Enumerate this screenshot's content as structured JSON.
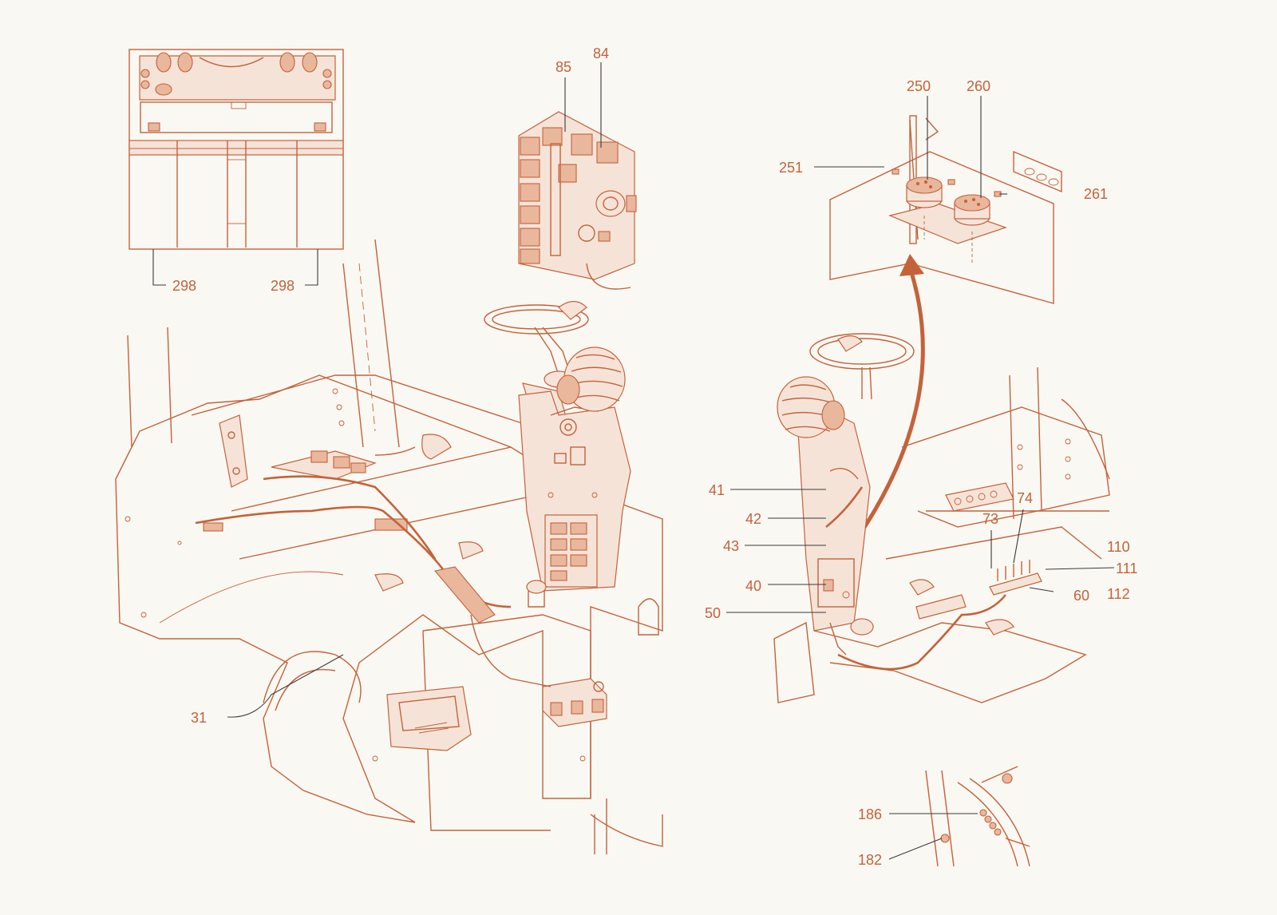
{
  "colors": {
    "line": "#c4623a",
    "fill_light": "#f6e3d8",
    "fill_dark": "#e9b79c",
    "background": "#faf8f3",
    "leader": "#3a3a3a"
  },
  "callouts": {
    "c298a": "298",
    "c298b": "298",
    "c85": "85",
    "c84": "84",
    "c250": "250",
    "c260": "260",
    "c251": "251",
    "c261": "261",
    "c41": "41",
    "c42": "42",
    "c43": "43",
    "c40": "40",
    "c50": "50",
    "c73": "73",
    "c74": "74",
    "c110": "110",
    "c111": "111",
    "c112": "112",
    "c60": "60",
    "c31": "31",
    "c186": "186",
    "c182": "182"
  }
}
